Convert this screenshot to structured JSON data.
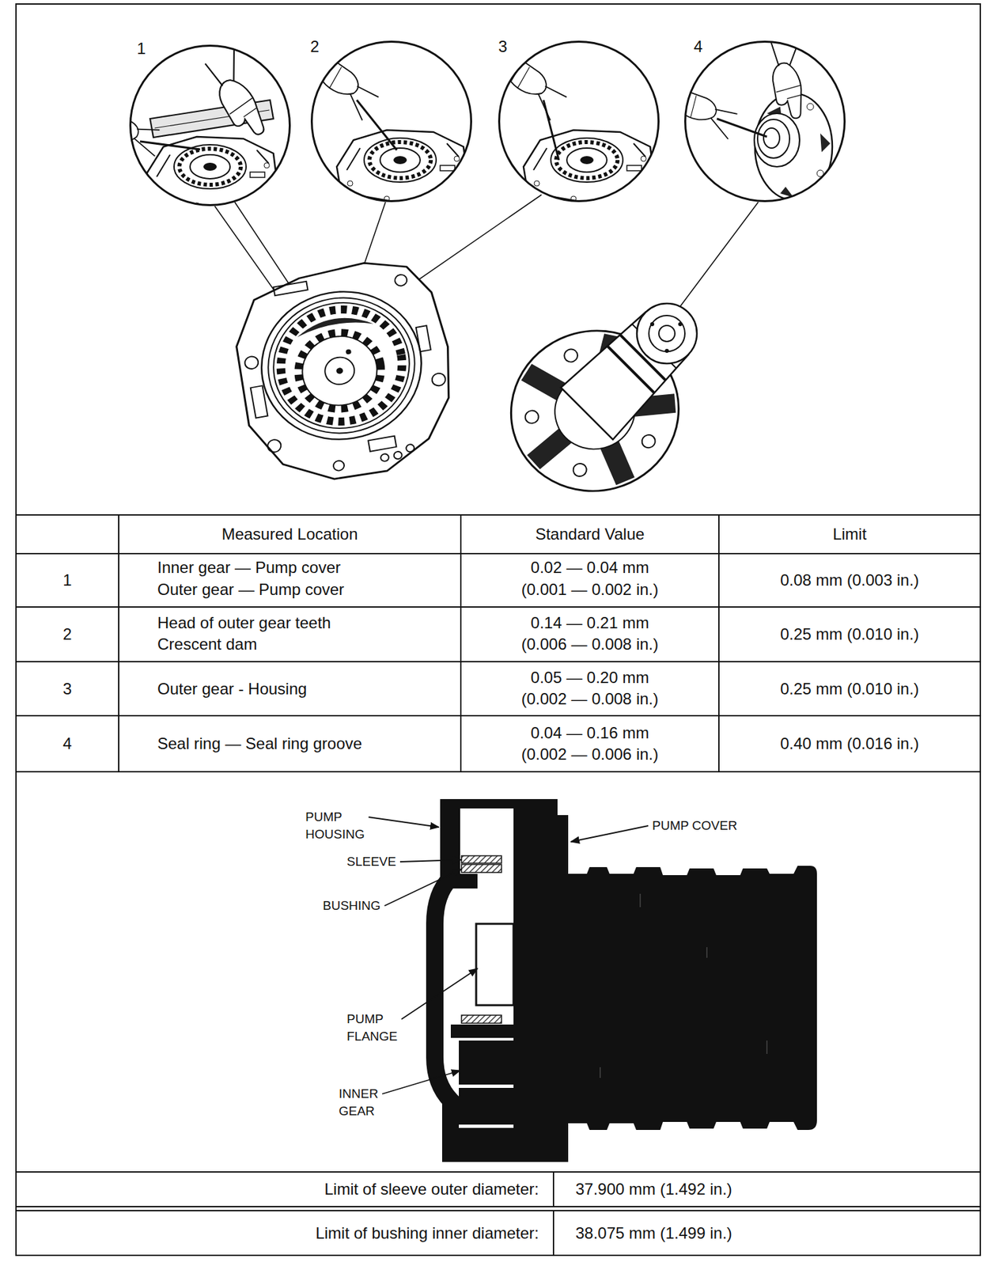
{
  "diagram": {
    "nodes": [
      {
        "text": [
          "1"
        ]
      },
      {
        "text": [
          "2"
        ]
      },
      {
        "text": [
          "3"
        ]
      },
      {
        "text": [
          "4"
        ]
      }
    ],
    "labels": [
      "Measured Location",
      "Standard Value",
      "Limit",
      "1",
      "Inner gear — Pump cover",
      "Outer gear — Pump cover",
      "0.02 — 0.04 mm",
      "(0.001 — 0.002 in.)",
      "0.08 mm (0.003 in.)",
      "2",
      "Head of outer gear teeth",
      "Crescent dam",
      "0.14 — 0.21 mm",
      "(0.006 — 0.008 in.)",
      "0.25 mm (0.010 in.)",
      "3",
      "Outer gear - Housing",
      "0.05 — 0.20 mm",
      "(0.002 — 0.008 in.)",
      "0.25 mm (0.010 in.)",
      "4",
      "Seal ring — Seal ring groove",
      "0.04 — 0.16 mm",
      "(0.002 — 0.006 in.)",
      "0.40 mm (0.016 in.)",
      "PUMP HOUSING",
      "PUMP COVER",
      "SLEEVE",
      "BUSHING",
      "PUMP FLANGE",
      "INNER GEAR",
      "Limit of sleeve outer diameter:",
      "37.900 mm (1.492 in.)",
      "Limit of bushing inner diameter:",
      "38.075 mm (1.499 in.)"
    ]
  }
}
